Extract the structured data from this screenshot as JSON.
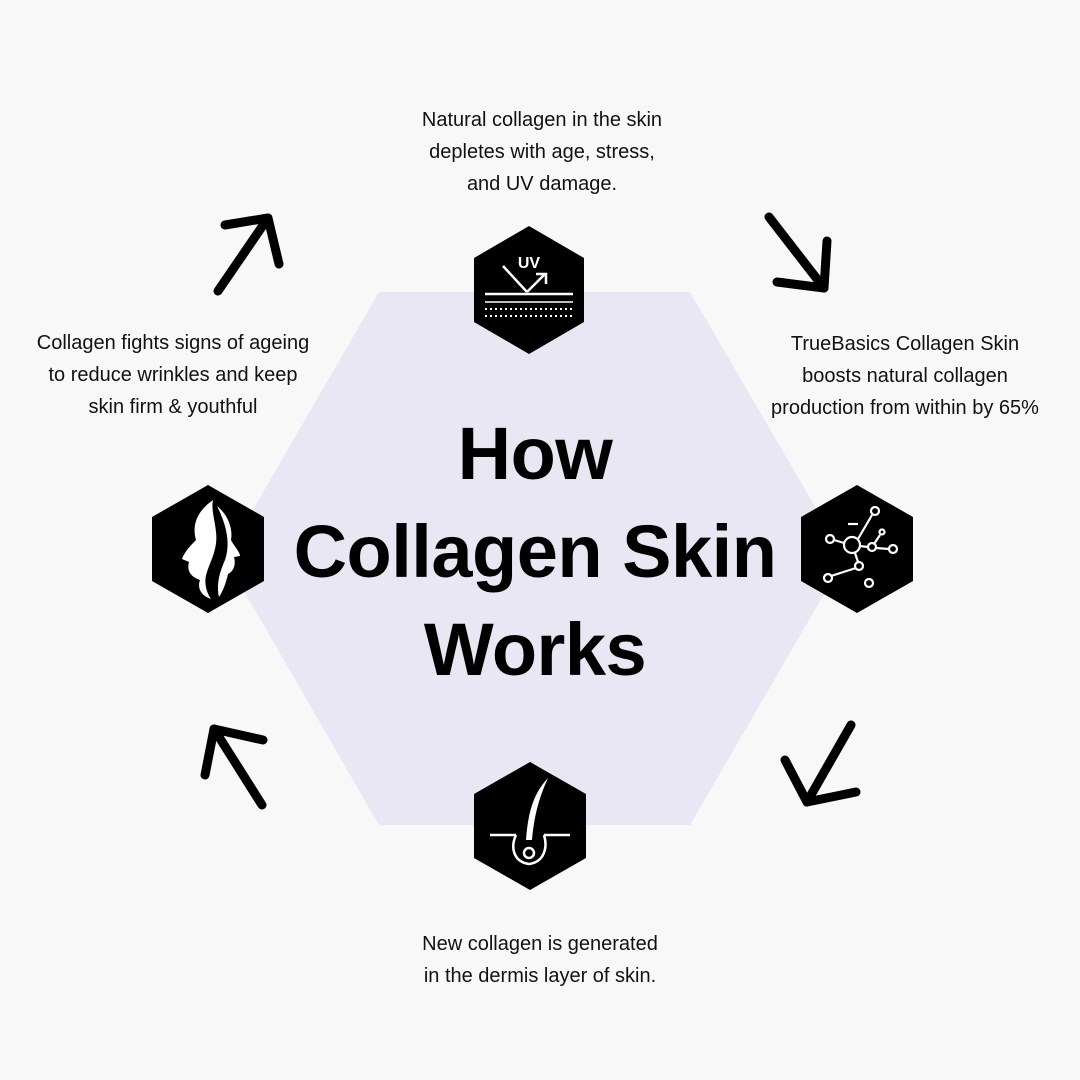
{
  "title": {
    "line1": "How",
    "line2": "Collagen Skin",
    "line3": "Works"
  },
  "steps": {
    "top": {
      "icon": "uv-skin-icon",
      "lines": [
        "Natural collagen in the skin",
        "depletes with age, stress,",
        "and UV damage."
      ]
    },
    "right": {
      "icon": "molecule-icon",
      "lines": [
        "TrueBasics Collagen Skin",
        "boosts natural collagen",
        "production from within by 65%"
      ]
    },
    "bottom": {
      "icon": "hair-follicle-icon",
      "lines": [
        "New collagen is generated",
        "in the dermis layer of skin."
      ]
    },
    "left": {
      "icon": "face-profile-icon",
      "lines": [
        "Collagen fights signs of ageing",
        "to reduce wrinkles and keep",
        "skin firm & youthful"
      ]
    }
  },
  "uv_label": "UV",
  "colors": {
    "background": "#f8f8f8",
    "center_hexagon": "#e8e7f3",
    "icon_fill": "#000000",
    "text": "#111111"
  }
}
